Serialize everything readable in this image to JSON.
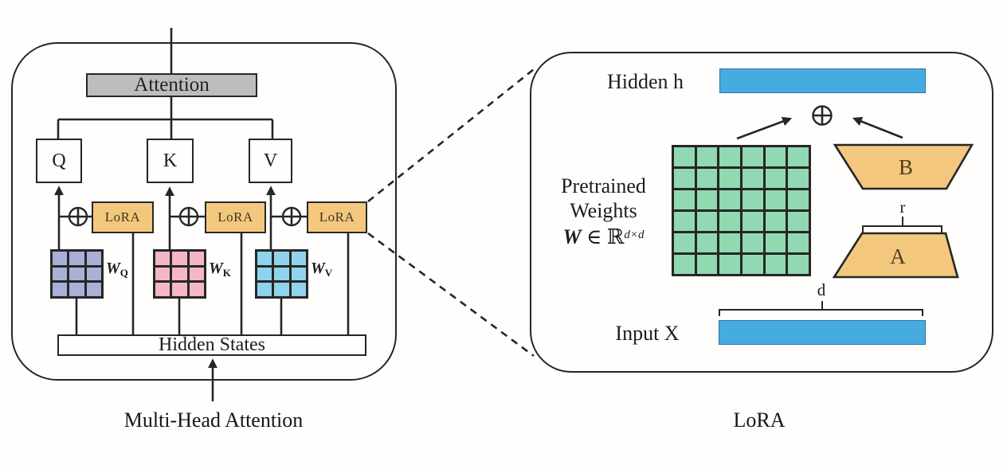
{
  "diagram": {
    "left_panel": {
      "attention_label": "Attention",
      "q_label": "Q",
      "k_label": "K",
      "v_label": "V",
      "lora_labels": [
        "LoRA",
        "LoRA",
        "LoRA"
      ],
      "weight_labels": [
        {
          "base": "W",
          "sub": "Q"
        },
        {
          "base": "W",
          "sub": "K"
        },
        {
          "base": "W",
          "sub": "V"
        }
      ],
      "hidden_states_label": "Hidden States",
      "caption": "Multi-Head Attention"
    },
    "right_panel": {
      "hidden_label": "Hidden h",
      "pretrained": {
        "line1": "Pretrained",
        "line2": "Weights",
        "math_w": "W",
        "math_mid": " ∈ ℝ",
        "math_sup": "d×d"
      },
      "b_label": "B",
      "a_label": "A",
      "r_label": "r",
      "d_label": "d",
      "input_label": "Input X",
      "caption": "LoRA"
    },
    "colors": {
      "line-dark": "#262626",
      "text": "#1d1d1d",
      "orange": "#F3C87E",
      "gray": "#BDBDBD",
      "purple": "#A9AFD7",
      "pink": "#F5B7C6",
      "cyan": "#8FD3EC",
      "green": "#90D9B2",
      "blue": "#46ABE0"
    }
  }
}
